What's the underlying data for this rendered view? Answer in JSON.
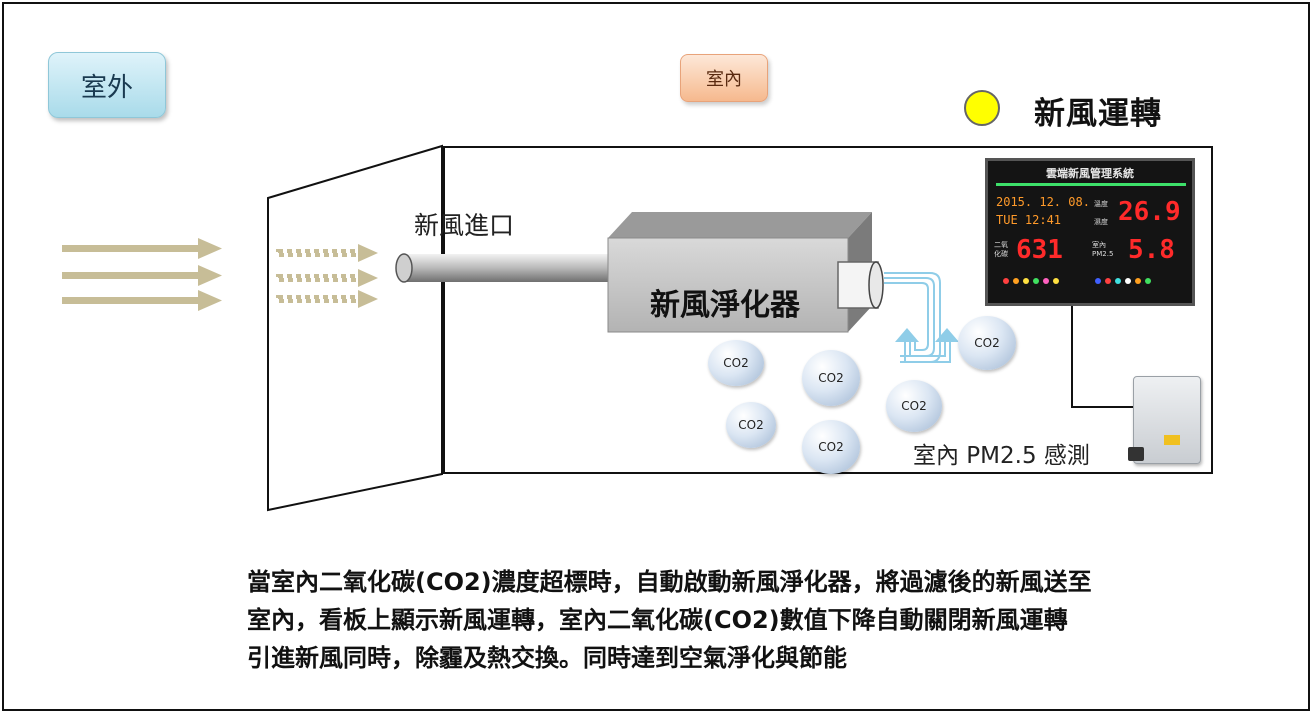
{
  "labels": {
    "outdoor": "室外",
    "indoor": "室內",
    "status": "新風運轉",
    "inlet": "新風進口",
    "purifier": "新風淨化器",
    "sensor": "室內 PM2.5 感測",
    "co2": "CO2"
  },
  "panel": {
    "title": "雲端新風管理系統",
    "date": "2015. 12. 08.",
    "time": "TUE  12:41",
    "temp_label": "溫度",
    "humidity_label": "濕度",
    "co2_label": "二氧化碳",
    "pm_label": "室內 PM2.5",
    "temp_value": "26.9",
    "co2_value": "631",
    "pm_value": "5.8"
  },
  "description": [
    "當室內二氧化碳(CO2)濃度超標時，自動啟動新風淨化器，將過濾後的新風送至",
    "室內，看板上顯示新風運轉，室內二氧化碳(CO2)數值下降自動關閉新風運轉",
    "引進新風同時，除霾及熱交換。同時達到空氣淨化與節能"
  ],
  "colors": {
    "status_dot": "#ffff00",
    "arrow": "#c7bd97",
    "led_red": "#ff2a2a",
    "led_green": "#3de06a"
  }
}
